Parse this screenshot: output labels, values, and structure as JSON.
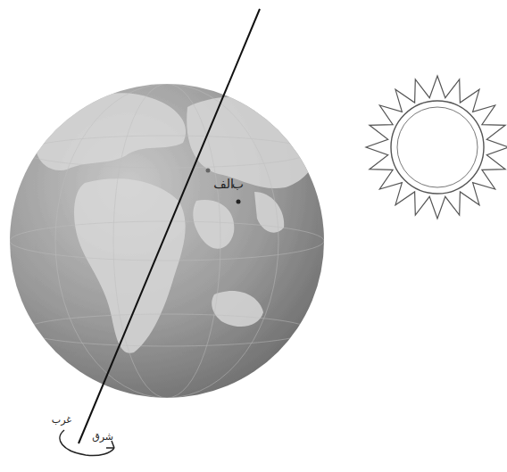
{
  "diagram": {
    "labels": [
      "الف",
      "ب",
      "غرب",
      "شرق"
    ]
  }
}
